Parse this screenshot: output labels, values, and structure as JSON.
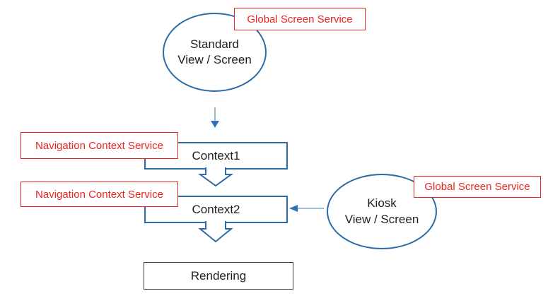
{
  "diagram": {
    "standard_node": {
      "line1": "Standard",
      "line2": "View / Screen"
    },
    "kiosk_node": {
      "line1": "Kiosk",
      "line2": "View / Screen"
    },
    "context1_node": {
      "label": "Context1"
    },
    "context2_node": {
      "label": "Context2"
    },
    "rendering_node": {
      "label": "Rendering"
    },
    "annotations": {
      "global_screen_top": "Global Screen Service",
      "nav_context_1": "Navigation Context Service",
      "nav_context_2": "Navigation Context Service",
      "global_screen_right": "Global Screen Service"
    },
    "colors": {
      "node_border_blue": "#2b6ba8",
      "annotation_red": "#ee241e",
      "arrow_line_blue": "#7fa8dc",
      "arrow_head_blue": "#2e75b6",
      "rendering_border": "#3a3a3a",
      "node_text": "#1f1f1f",
      "background": "#ffffff"
    }
  }
}
